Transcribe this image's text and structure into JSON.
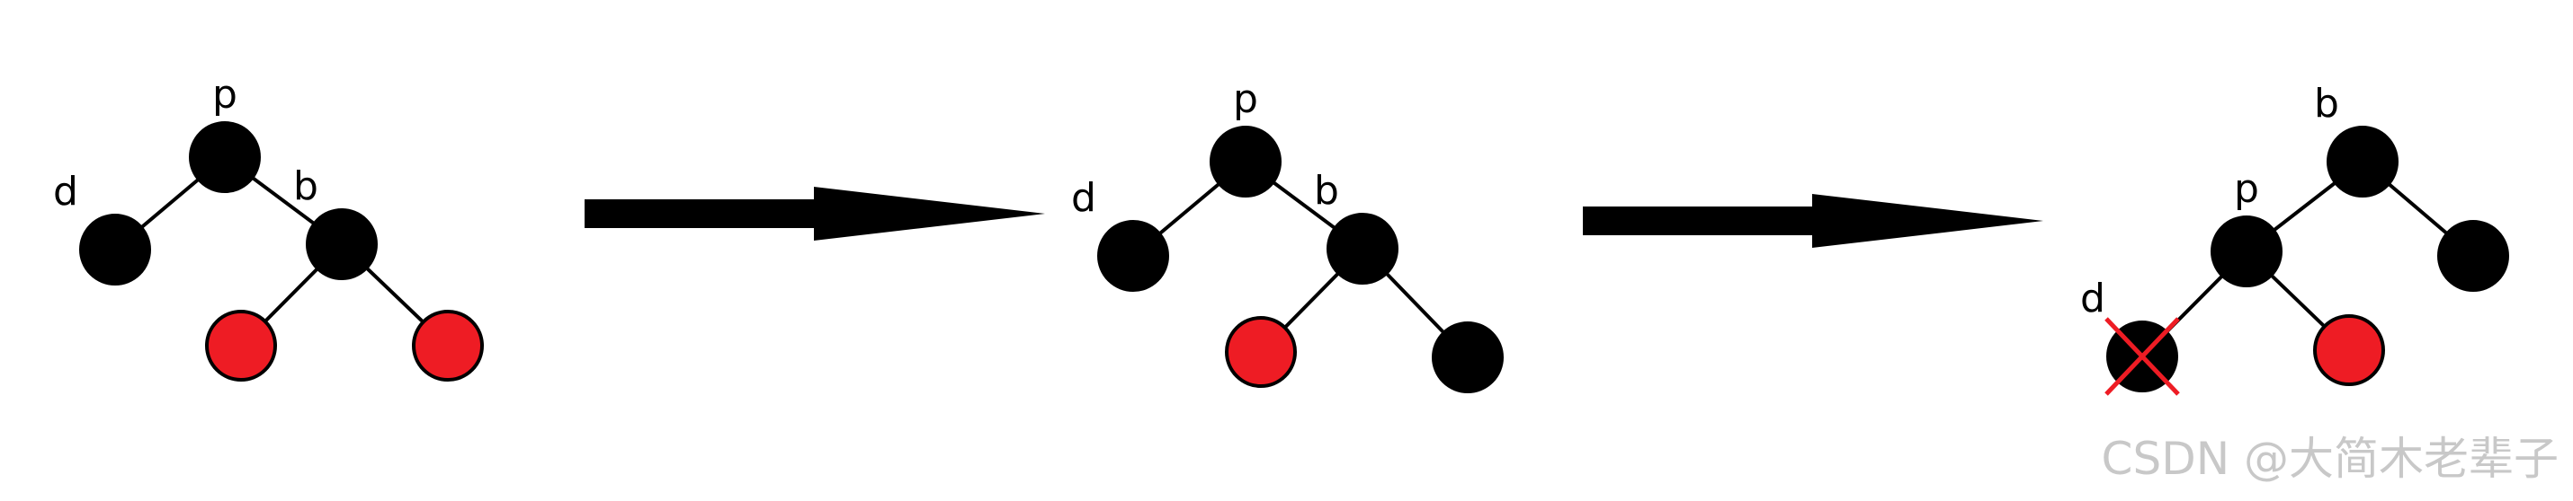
{
  "colors": {
    "black_node": "#000000",
    "red_node": "#ee1c24",
    "edge": "#000000",
    "cross": "#ee1c24",
    "watermark": "#c8c8c8"
  },
  "stages": [
    {
      "nodes": [
        {
          "id": "p",
          "label": "p",
          "color": "black"
        },
        {
          "id": "d",
          "label": "d",
          "color": "black"
        },
        {
          "id": "b",
          "label": "b",
          "color": "black"
        },
        {
          "id": "bl",
          "label": "",
          "color": "red"
        },
        {
          "id": "br",
          "label": "",
          "color": "red"
        }
      ],
      "edges": [
        [
          "p",
          "d"
        ],
        [
          "p",
          "b"
        ],
        [
          "b",
          "bl"
        ],
        [
          "b",
          "br"
        ]
      ]
    },
    {
      "nodes": [
        {
          "id": "p",
          "label": "p",
          "color": "black"
        },
        {
          "id": "d",
          "label": "d",
          "color": "black"
        },
        {
          "id": "b",
          "label": "b",
          "color": "black"
        },
        {
          "id": "bl",
          "label": "",
          "color": "red"
        },
        {
          "id": "br",
          "label": "",
          "color": "black"
        }
      ],
      "edges": [
        [
          "p",
          "d"
        ],
        [
          "p",
          "b"
        ],
        [
          "b",
          "bl"
        ],
        [
          "b",
          "br"
        ]
      ]
    },
    {
      "nodes": [
        {
          "id": "b",
          "label": "b",
          "color": "black"
        },
        {
          "id": "p",
          "label": "p",
          "color": "black"
        },
        {
          "id": "br",
          "label": "",
          "color": "black"
        },
        {
          "id": "d",
          "label": "d",
          "color": "black",
          "crossed": true
        },
        {
          "id": "pr",
          "label": "",
          "color": "red"
        }
      ],
      "edges": [
        [
          "b",
          "p"
        ],
        [
          "b",
          "br"
        ],
        [
          "p",
          "d"
        ],
        [
          "p",
          "pr"
        ]
      ]
    }
  ],
  "watermark": "CSDN @大简木老辈子"
}
